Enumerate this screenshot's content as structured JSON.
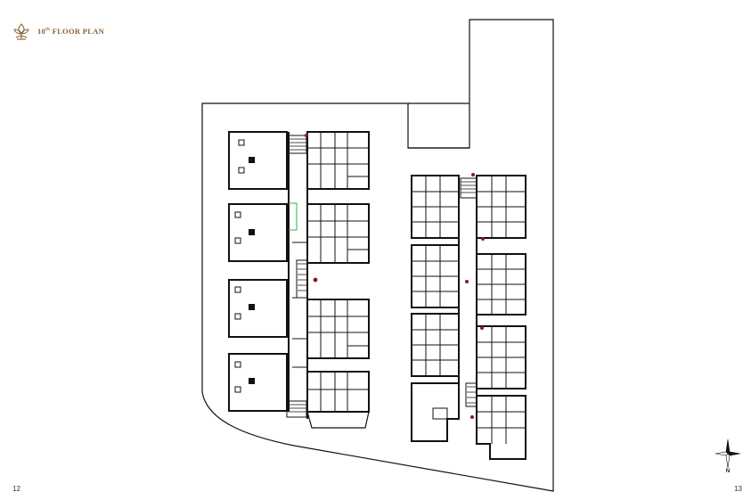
{
  "header": {
    "logo_icon": "leaf-emblem-icon",
    "title_main": "10",
    "title_sup": "th",
    "title_rest": " FLOOR PLAN"
  },
  "pages": {
    "left": "12",
    "right": "13"
  },
  "compass": {
    "north_label": "N",
    "icon": "north-arrow-compass-icon"
  },
  "colors": {
    "brand": "#8a6236",
    "lines": "#111111"
  }
}
